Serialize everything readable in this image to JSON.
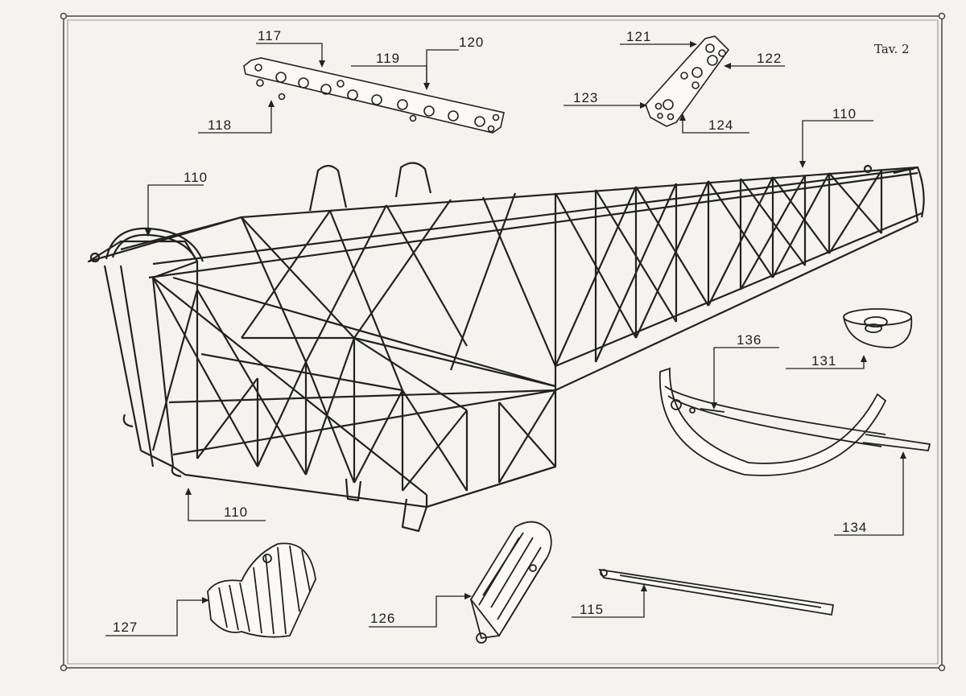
{
  "plate": {
    "title": "Tav. 2"
  },
  "callouts": {
    "c117": "117",
    "c118": "118",
    "c119": "119",
    "c120": "120",
    "c121": "121",
    "c122": "122",
    "c123": "123",
    "c124": "124",
    "c110_top_right": "110",
    "c110_left": "110",
    "c110_bottom": "110",
    "c136": "136",
    "c131": "131",
    "c134": "134",
    "c127": "127",
    "c126": "126",
    "c115": "115"
  },
  "colors": {
    "ink": "#222222",
    "paper": "#f4f3ef",
    "border": "#444444"
  }
}
